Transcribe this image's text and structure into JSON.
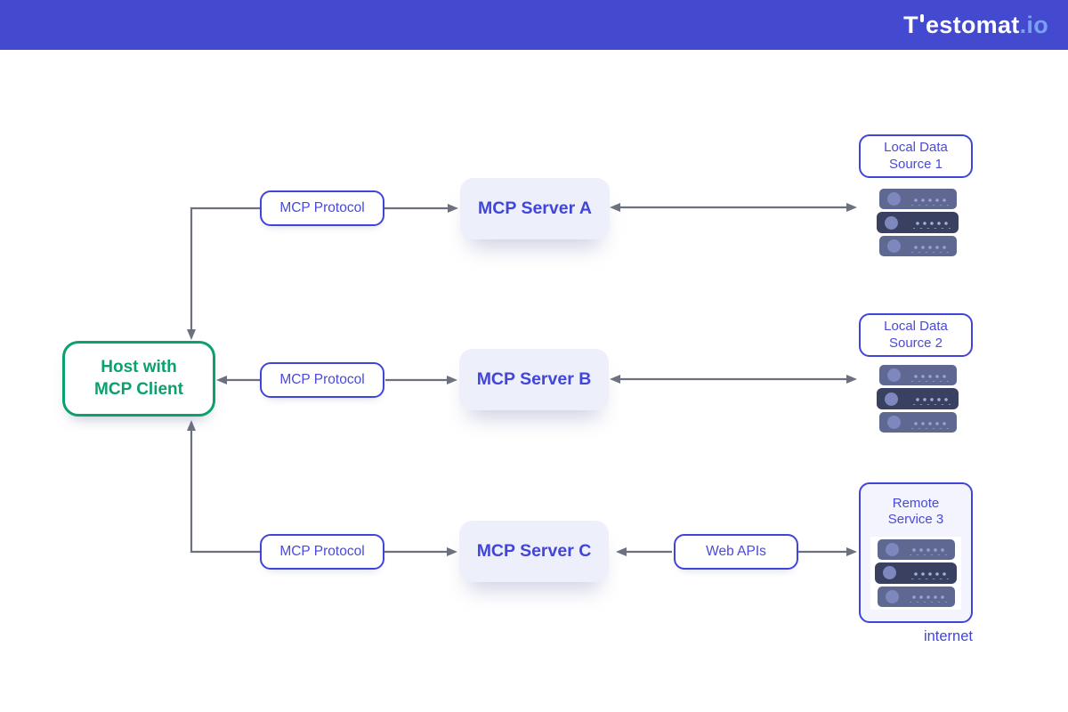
{
  "header": {
    "logo": {
      "part1": "T",
      "part2": "estomat",
      "suffix": ".io"
    }
  },
  "palette": {
    "header_bg": "#434ad0",
    "logo_suffix_blue": "#79a0f1",
    "accent_blue": "#4144da",
    "text_blue": "#4a4ad8",
    "accent_green": "#0aa16d",
    "connector_gray": "#6d717f",
    "server_box_lavender": "#edeffb",
    "remote_box_bg": "#f3f4fd",
    "rack_slab": "#5f6890",
    "rack_slab_dark": "#394060",
    "rack_led": "#7e87be"
  },
  "diagram": {
    "host": {
      "label_line1": "Host with",
      "label_line2": "MCP Client"
    },
    "protocol_labels": [
      "MCP Protocol",
      "MCP Protocol",
      "MCP Protocol"
    ],
    "servers": [
      "MCP Server A",
      "MCP Server B",
      "MCP Server C"
    ],
    "web_apis_label": "Web APIs",
    "data_sources": [
      {
        "line1": "Local Data",
        "line2": "Source 1"
      },
      {
        "line1": "Local Data",
        "line2": "Source 2"
      }
    ],
    "remote_service": {
      "line1": "Remote",
      "line2": "Service 3"
    },
    "internet_label": "internet",
    "icons": {
      "data_source_1": "server-rack-icon",
      "data_source_2": "server-rack-icon",
      "remote_service": "server-rack-icon"
    },
    "connections": [
      "Host with MCP Client <-> MCP Protocol <-> MCP Server A",
      "Host with MCP Client <-> MCP Protocol <-> MCP Server B",
      "Host with MCP Client <-> MCP Protocol <-> MCP Server C",
      "MCP Server A <-> Local Data Source 1",
      "MCP Server B <-> Local Data Source 2",
      "MCP Server C <-> Web APIs -> Remote Service 3"
    ]
  }
}
